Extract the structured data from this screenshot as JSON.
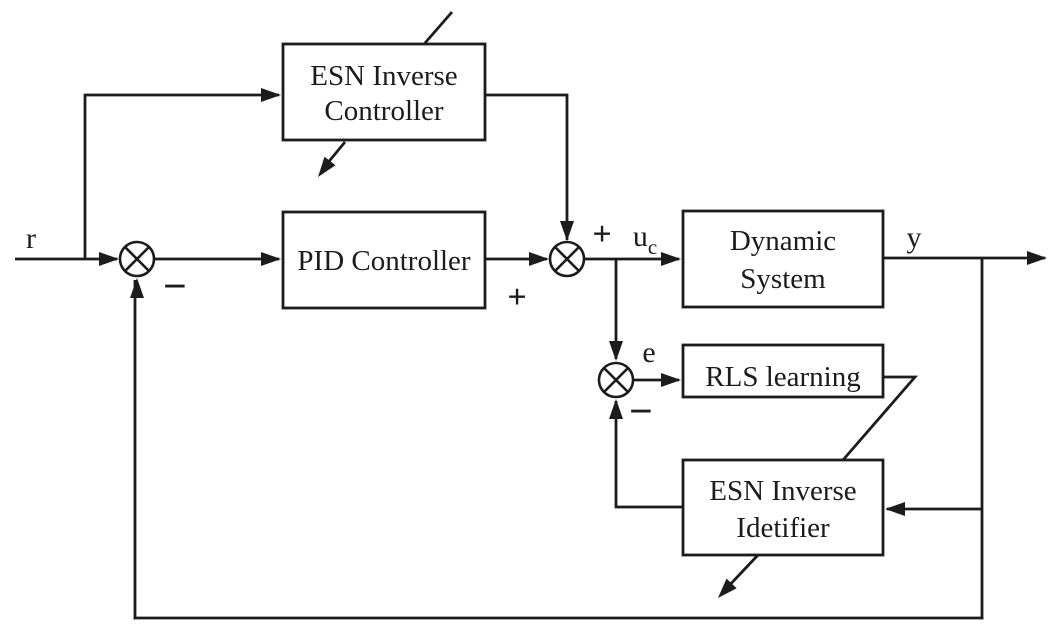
{
  "diagram": {
    "background_color": "#ffffff",
    "ink_color": "#1c1c1c",
    "blocks": {
      "esn_inverse_controller": {
        "line1": "ESN Inverse",
        "line2": "Controller"
      },
      "pid_controller": {
        "label": "PID Controller"
      },
      "dynamic_system": {
        "line1": "Dynamic",
        "line2": "System"
      },
      "rls_learning": {
        "label": "RLS learning"
      },
      "esn_inverse_identifier": {
        "line1": "ESN Inverse",
        "line2": "Idetifier"
      }
    },
    "signals": {
      "reference": "r",
      "output": "y",
      "error": "e",
      "control_base": "u",
      "control_subscript": "c"
    },
    "operators": {
      "plus_esn_branch": "+",
      "plus_pid_branch": "+",
      "minus_feedback": "−",
      "minus_identifier": "−"
    }
  }
}
